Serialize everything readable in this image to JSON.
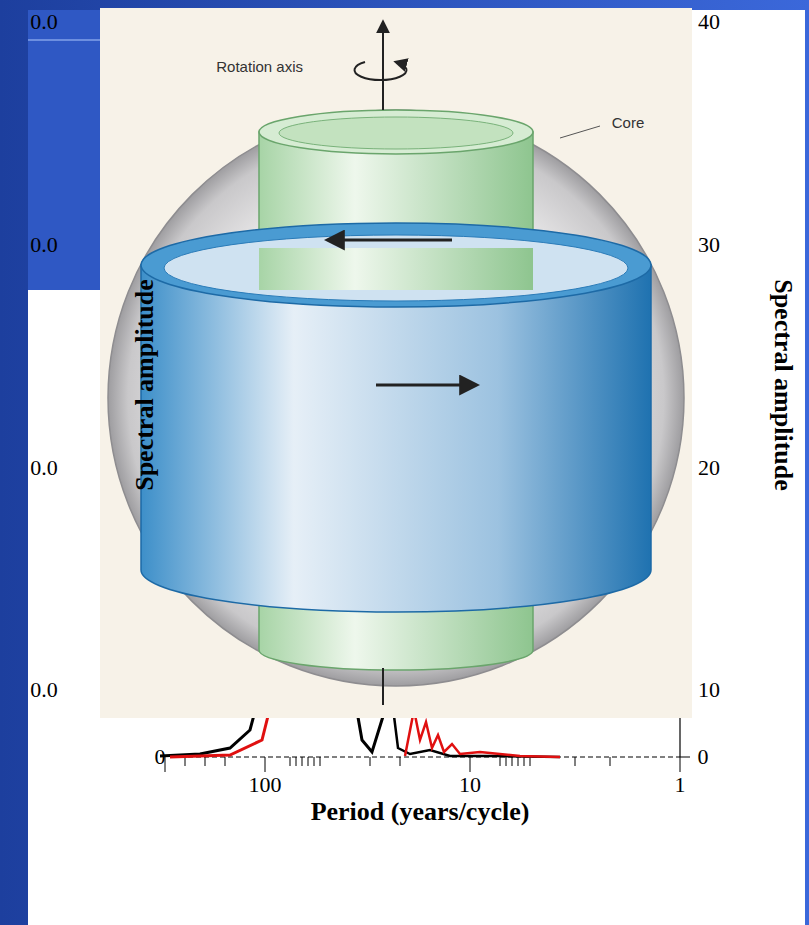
{
  "diagram": {
    "labels": [
      "0.0",
      "0.0",
      "0.0",
      "0.0",
      "40",
      "30",
      "20",
      "10",
      "0",
      "Spectral amplitude",
      "Spectral amplitude",
      "Rotation axis",
      "Core",
      "0",
      "100",
      "10",
      "1",
      "Period (years/cycle)"
    ]
  }
}
